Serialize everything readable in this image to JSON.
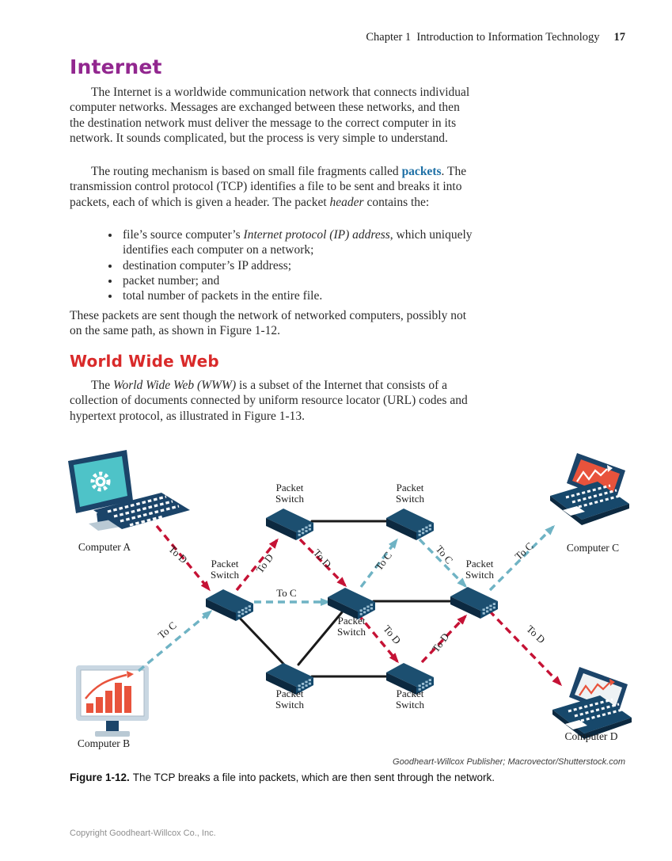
{
  "running_head": {
    "title": "Chapter 1  Introduction to Information Technology",
    "page_number": "17"
  },
  "internet": {
    "heading": "Internet",
    "para1": "The Internet is a worldwide communication network that connects individual computer networks. Messages are exchanged between these networks, and then the destination network must deliver the message to the correct computer in its network. It sounds complicated, but the process is very simple to understand.",
    "para2": [
      {
        "t": "The routing mechanism is based on small file fragments called "
      },
      {
        "t": "packets",
        "s": "term"
      },
      {
        "t": ". The transmission control protocol (TCP) identifies a file to be sent and breaks it into packets, each of which is given a header. The packet "
      },
      {
        "t": "header",
        "s": "i"
      },
      {
        "t": " contains the:"
      }
    ],
    "bullets": [
      [
        {
          "t": "file’s source computer’s "
        },
        {
          "t": "Internet protocol (IP) address",
          "s": "i"
        },
        {
          "t": ", which uniquely identifies each computer on a network;"
        }
      ],
      [
        {
          "t": "destination computer’s IP address;"
        }
      ],
      [
        {
          "t": "packet number; and"
        }
      ],
      [
        {
          "t": "total number of packets in the entire file."
        }
      ]
    ],
    "closing": "These packets are sent though the network of networked computers, possibly not on the same path, as shown in Figure 1-12."
  },
  "www": {
    "heading": "World Wide Web",
    "para": [
      {
        "t": "The "
      },
      {
        "t": "World Wide Web (WWW)",
        "s": "i"
      },
      {
        "t": " is a subset of the Internet that consists of a collection of documents connected by uniform resource locator (URL) codes and hypertext protocol, as illustrated in Figure 1-13."
      }
    ]
  },
  "figure": {
    "switch_label_line1": "Packet",
    "switch_label_line2": "Switch",
    "label_to_c": "To C",
    "label_to_d": "To D",
    "computers": {
      "a": "Computer A",
      "b": "Computer B",
      "c": "Computer C",
      "d": "Computer D"
    },
    "credit": "Goodheart-Willcox Publisher; Macrovector/Shutterstock.com",
    "caption_label": "Figure 1-12.",
    "caption_text": "The TCP breaks a file into packets, which are then sent through the network.",
    "colors": {
      "to_d_path_red": "#c51235",
      "to_c_path_blue": "#6fb3c4",
      "network_link_black": "#1a1a1a",
      "switch_navy": "#1c4f70",
      "screen_teal": "#4ec3c8",
      "screen_red": "#e8533c"
    }
  },
  "headings_colors": {
    "internet_purple": "#92278f",
    "www_red": "#d92a2a",
    "packets_term_blue": "#1d6fa5"
  },
  "footer": "Copyright Goodheart-Willcox Co., Inc."
}
